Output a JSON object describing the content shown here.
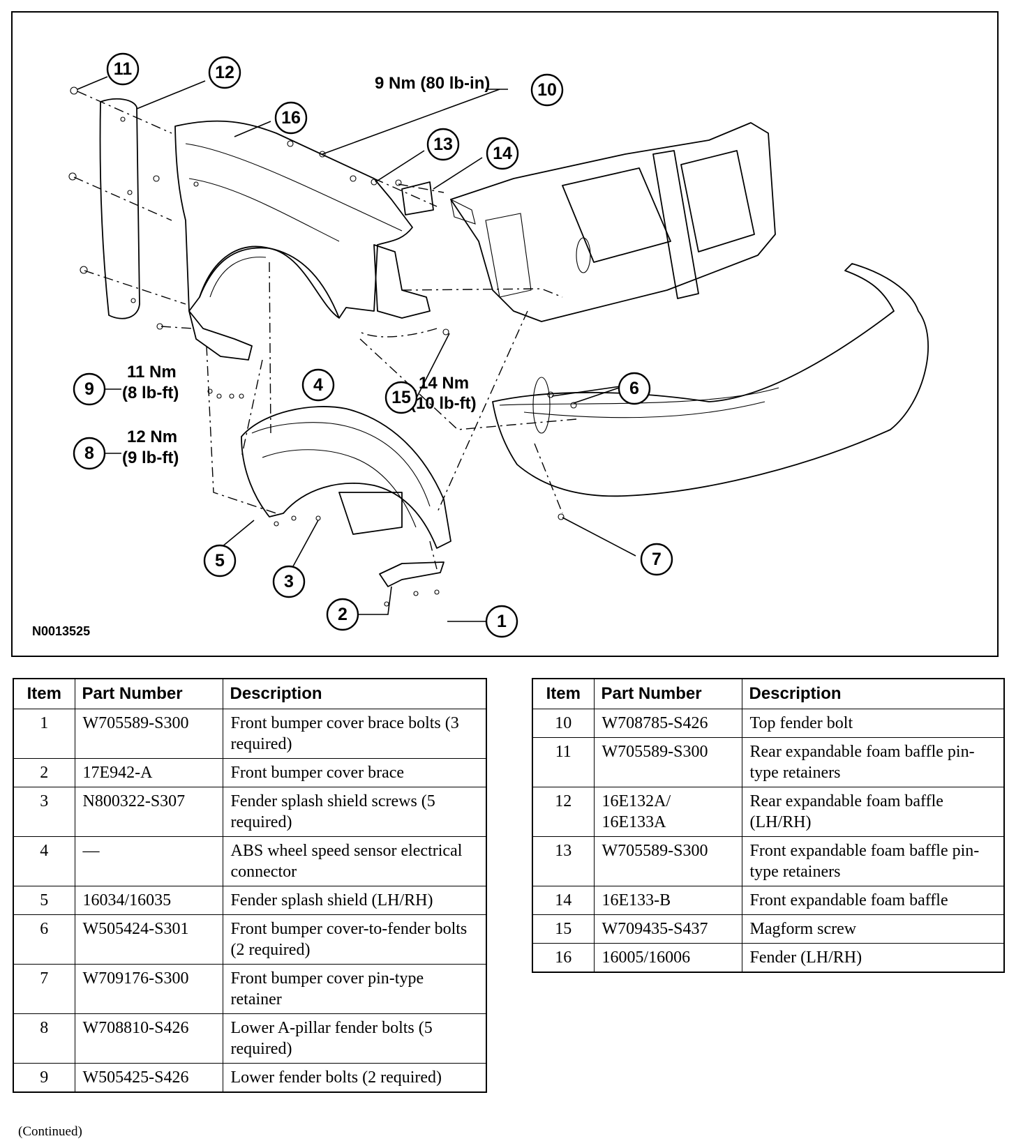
{
  "figure": {
    "id": "N0013525",
    "callouts": [
      "1",
      "2",
      "3",
      "4",
      "5",
      "6",
      "7",
      "8",
      "9",
      "10",
      "11",
      "12",
      "13",
      "14",
      "15",
      "16"
    ],
    "torques": {
      "item10": "9 Nm (80 lb-in)",
      "item9_nm": "11 Nm",
      "item9_lbft": "(8 lb-ft)",
      "item8_nm": "12 Nm",
      "item8_lbft": "(9 lb-ft)",
      "item15_nm": "14 Nm",
      "item15_lbft": "(10 lb-ft)"
    }
  },
  "table": {
    "headers": [
      "Item",
      "Part Number",
      "Description"
    ],
    "left_rows": [
      {
        "item": "1",
        "part": "W705589-S300",
        "desc": "Front bumper cover brace bolts (3 required)"
      },
      {
        "item": "2",
        "part": "17E942-A",
        "desc": "Front bumper cover brace"
      },
      {
        "item": "3",
        "part": "N800322-S307",
        "desc": "Fender splash shield screws (5 required)"
      },
      {
        "item": "4",
        "part": "—",
        "desc": "ABS wheel speed sensor electrical connector"
      },
      {
        "item": "5",
        "part": "16034/16035",
        "desc": "Fender splash shield (LH/RH)"
      },
      {
        "item": "6",
        "part": "W505424-S301",
        "desc": "Front bumper cover-to-fender bolts (2 required)"
      },
      {
        "item": "7",
        "part": "W709176-S300",
        "desc": "Front bumper cover pin-type retainer"
      },
      {
        "item": "8",
        "part": "W708810-S426",
        "desc": "Lower A-pillar fender bolts (5 required)"
      },
      {
        "item": "9",
        "part": "W505425-S426",
        "desc": "Lower fender bolts (2 required)"
      }
    ],
    "right_rows": [
      {
        "item": "10",
        "part": "W708785-S426",
        "desc": "Top fender bolt"
      },
      {
        "item": "11",
        "part": "W705589-S300",
        "desc": "Rear expandable foam baffle pin-type retainers"
      },
      {
        "item": "12",
        "part": "16E132A/ 16E133A",
        "desc": "Rear expandable foam baffle (LH/RH)"
      },
      {
        "item": "13",
        "part": "W705589-S300",
        "desc": "Front expandable foam baffle pin-type retainers"
      },
      {
        "item": "14",
        "part": "16E133-B",
        "desc": "Front expandable foam baffle"
      },
      {
        "item": "15",
        "part": "W709435-S437",
        "desc": "Magform screw"
      },
      {
        "item": "16",
        "part": "16005/16006",
        "desc": "Fender (LH/RH)"
      }
    ]
  },
  "footer": {
    "continued": "(Continued)"
  }
}
